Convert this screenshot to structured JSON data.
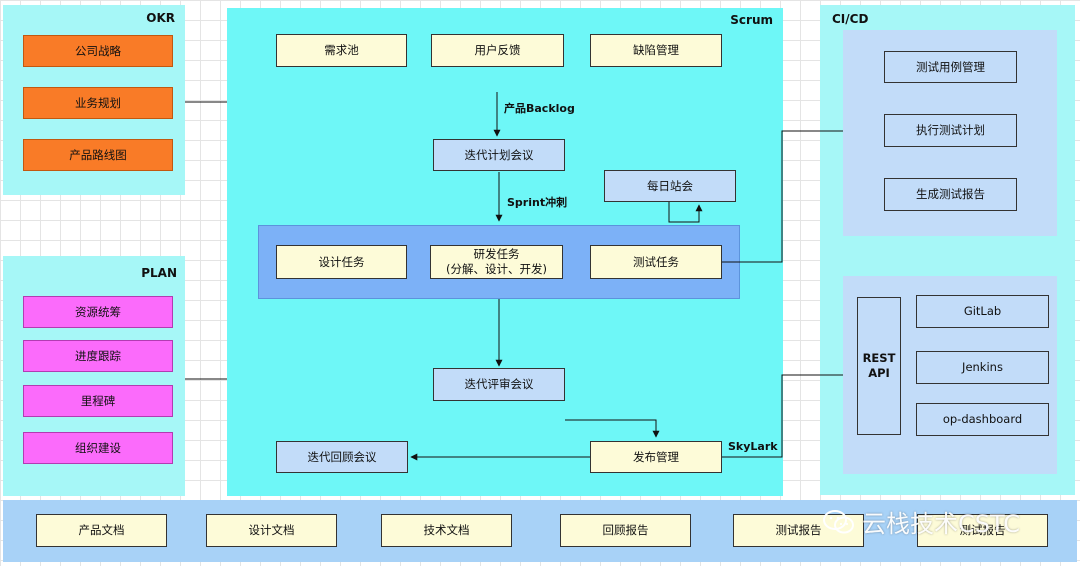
{
  "okr": {
    "title": "OKR",
    "items": [
      "公司战略",
      "业务规划",
      "产品路线图"
    ]
  },
  "plan": {
    "title": "PLAN",
    "items": [
      "资源统筹",
      "进度跟踪",
      "里程碑",
      "组织建设"
    ]
  },
  "scrum": {
    "title": "Scrum",
    "sources": [
      "需求池",
      "用户反馈",
      "缺陷管理"
    ],
    "backlog_label": "产品Backlog",
    "planning": "迭代计划会议",
    "sprint_label": "Sprint冲刺",
    "standup": "每日站会",
    "tasks": {
      "design": "设计任务",
      "dev_line1": "研发任务",
      "dev_line2": "(分解、设计、开发)",
      "test": "测试任务"
    },
    "review": "迭代评审会议",
    "release": "发布管理",
    "retro": "迭代回顾会议",
    "skylark_label": "SkyLark"
  },
  "cicd": {
    "title": "CI/CD",
    "test_items": [
      "测试用例管理",
      "执行测试计划",
      "生成测试报告"
    ],
    "rest_api": "REST\nAPI",
    "tools": [
      "GitLab",
      "Jenkins",
      "op-dashboard"
    ]
  },
  "docs": [
    "产品文档",
    "设计文档",
    "技术文档",
    "回顾报告",
    "测试报告",
    "测试报告"
  ],
  "watermark": "云栈技术CSTC",
  "colors": {
    "okr_item": "#f97b27",
    "plan_item": "#fb6bfb",
    "panel": "#a6f7f7",
    "scrum_panel": "#6ef7f7",
    "dev_band": "#7cb1f7",
    "cream_box": "#fdfbd8",
    "blue_box": "#c2dcf9"
  },
  "icons": {
    "watermark_logo": "wechat-icon"
  }
}
